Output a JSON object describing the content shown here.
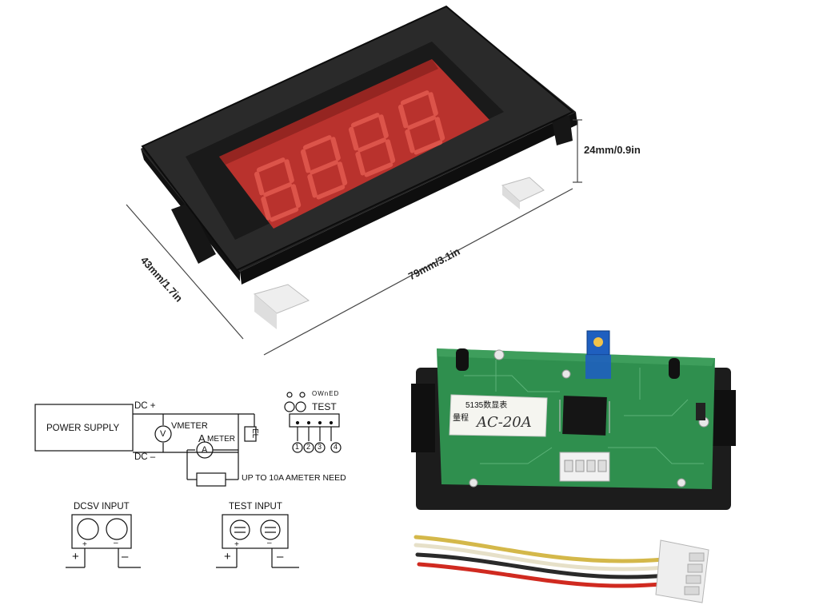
{
  "dimensions": {
    "height": "24mm/0.9in",
    "width": "79mm/3.1in",
    "depth": "43mm/1.7in"
  },
  "display": {
    "digits": "8.8.8.8."
  },
  "wiring_diagram": {
    "power_supply": "POWER SUPPLY",
    "dc_plus": "DC +",
    "dc_minus": "DC –",
    "vmeter": "VMETER",
    "ameter_a": "A",
    "ameter": "METER",
    "v_symbol": "V",
    "a_symbol": "A",
    "el": "EL",
    "shunt_note": "UP TO 10A AMETER NEED",
    "test": "TEST",
    "owned": "OWnED",
    "pins": [
      "1",
      "2",
      "3",
      "4"
    ]
  },
  "dcsv_input": {
    "label": "DCSV INPUT",
    "plus": "+",
    "minus": "–",
    "bottom_plus": "+",
    "bottom_minus": "–"
  },
  "test_input": {
    "label": "TEST INPUT",
    "plus": "+",
    "minus": "–",
    "bottom_plus": "+",
    "bottom_minus": "–"
  },
  "pcb": {
    "label_model": "5135数显表",
    "label_range": "量程",
    "handwritten": "AC-20A",
    "connector_pins": 4
  }
}
